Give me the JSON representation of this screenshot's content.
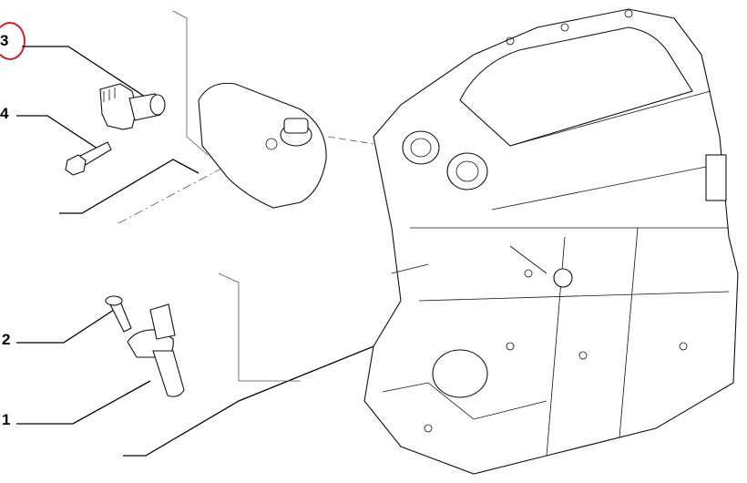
{
  "callouts": [
    {
      "number": "3",
      "part": "camshaft-sensor",
      "highlighted": true
    },
    {
      "number": "4",
      "part": "sensor-bolt"
    },
    {
      "number": "2",
      "part": "crank-sensor-bolt"
    },
    {
      "number": "1",
      "part": "crankshaft-sensor"
    }
  ],
  "colors": {
    "highlight": "#d0202a",
    "lines": "#000000"
  }
}
